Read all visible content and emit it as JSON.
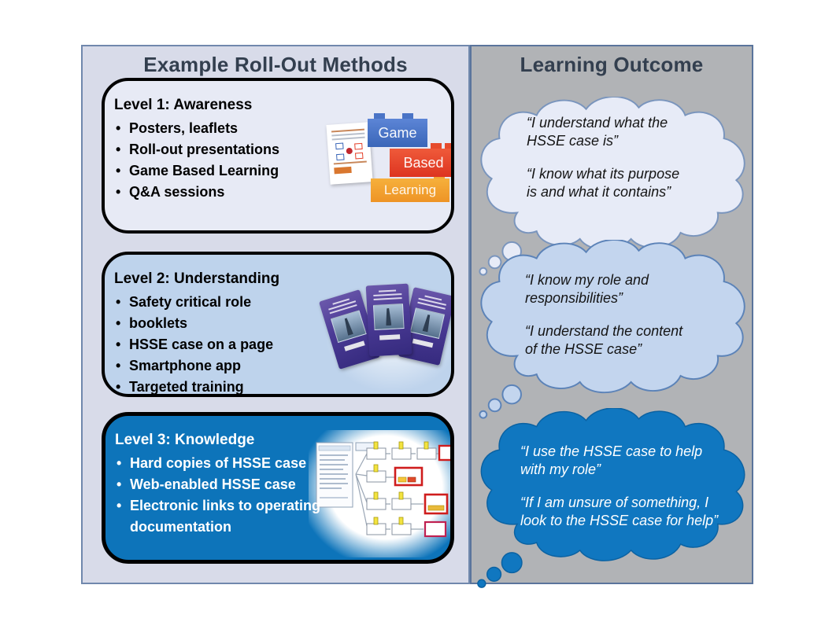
{
  "left": {
    "title": "Example Roll-Out Methods",
    "levels": [
      {
        "title": "Level 1: Awareness",
        "bullets": [
          "Posters, leaflets",
          "Roll-out presentations",
          "Game Based Learning",
          "Q&A sessions"
        ]
      },
      {
        "title": "Level 2: Understanding",
        "bullets": [
          "Safety critical role",
          "booklets",
          "HSSE case on a page",
          "Smartphone app",
          "Targeted training"
        ]
      },
      {
        "title": "Level 3: Knowledge",
        "bullets": [
          "Hard copies of HSSE case",
          "Web-enabled HSSE case",
          "Electronic links to operating documentation"
        ]
      }
    ],
    "gbl_logo": {
      "word1": "Game",
      "word2": "Based",
      "word3": "Learning"
    }
  },
  "right": {
    "title": "Learning Outcome",
    "bubbles": [
      {
        "quote1": "“I understand what the HSSE case is”",
        "quote2": "“I know what its purpose is and what it contains”"
      },
      {
        "quote1": "“I know my role and responsibilities”",
        "quote2": "“I understand the content of the HSSE case”"
      },
      {
        "quote1": "“I use the HSSE case to help with my role”",
        "quote2": "“If I am unsure of something, I look to the HSSE case for help”"
      }
    ]
  },
  "ui": {
    "bullet_char": "•"
  },
  "colors": {
    "panel_left_bg": "#d8dbe9",
    "panel_right_bg": "#b1b3b6",
    "panel_border": "#5a749c",
    "title_color": "#333f4f",
    "level1_bg": "#e7eaf5",
    "level2_bg": "#bed3ec",
    "level3_bg": "#0d74ba",
    "box_border": "#000000",
    "bubble1_fill": "#e7ebf7",
    "bubble2_fill": "#c3d5ee",
    "bubble3_fill": "#1077c0",
    "bubble_stroke": "#5c83b8",
    "gbl_blue": "#3a66b8",
    "gbl_red": "#dd3420",
    "gbl_orange": "#ee9426"
  }
}
